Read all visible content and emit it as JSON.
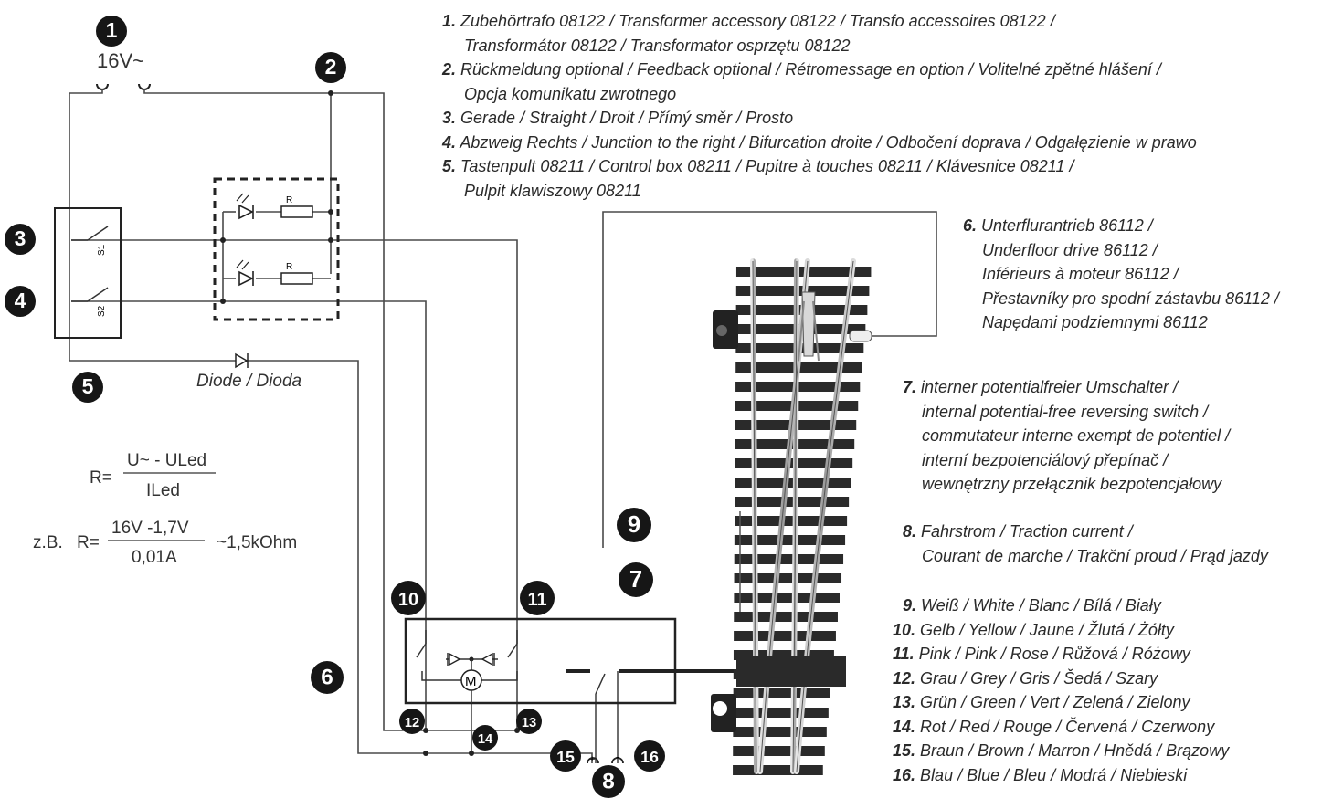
{
  "badges": [
    "1",
    "2",
    "3",
    "4",
    "5",
    "6",
    "7",
    "8",
    "9",
    "10",
    "11",
    "12",
    "13",
    "14",
    "15",
    "16"
  ],
  "voltage_label": "16V~",
  "diode_label": "Diode / Dioda",
  "switch_labels": {
    "s1": "S1",
    "s2": "S2"
  },
  "resistor_label": "R",
  "motor_label": "M",
  "polarity": {
    "plus": "+",
    "minus": "-"
  },
  "formula": {
    "r_eq": "R=",
    "numerator": "U~ - ULed",
    "denominator": "ILed",
    "example_prefix": "z.B.",
    "ex_numerator": "16V -1,7V",
    "ex_denominator": "0,01A",
    "ex_result": "~1,5kOhm"
  },
  "legend_top": [
    {
      "num": "1.",
      "lines": [
        "Zubehörtrafo 08122 / Transformer accessory 08122 / Transfo accessoires 08122 /",
        "Transformátor  08122 / Transformator osprzętu 08122"
      ]
    },
    {
      "num": "2.",
      "lines": [
        "Rückmeldung optional / Feedback optional / Rétromessage en option / Volitelné zpětné hlášení /",
        "Opcja komunikatu zwrotnego"
      ]
    },
    {
      "num": "3.",
      "lines": [
        "Gerade / Straight / Droit / Přímý směr / Prosto"
      ]
    },
    {
      "num": "4.",
      "lines": [
        "Abzweig Rechts / Junction to the right / Bifurcation droite / Odbočení doprava / Odgałęzienie w prawo"
      ]
    },
    {
      "num": "5.",
      "lines": [
        "Tastenpult 08211 / Control box 08211 / Pupitre à touches 08211 / Klávesnice 08211 /",
        "Pulpit klawiszowy 08211"
      ]
    }
  ],
  "legend_6": {
    "num": "6.",
    "lines": [
      "Unterflurantrieb 86112 /",
      "Underfloor drive 86112 /",
      "Inférieurs à moteur  86112 /",
      "Přestavníky pro spodní zástavbu 86112 /",
      "Napędami podziemnymi 86112"
    ]
  },
  "legend_7": {
    "num": "7.",
    "lines": [
      "interner potentialfreier Umschalter /",
      "internal potential-free reversing switch /",
      "commutateur interne exempt de potentiel /",
      "interní bezpotenciálový přepínač /",
      "wewnętrzny przełącznik bezpotencjałowy"
    ]
  },
  "legend_8": {
    "num": "8.",
    "lines": [
      "Fahrstrom / Traction current /",
      "Courant de marche / Trakční proud / Prąd jazdy"
    ]
  },
  "legend_colors": [
    {
      "num": "9.",
      "text": "Weiß / White / Blanc / Bílá / Biały"
    },
    {
      "num": "10.",
      "text": "Gelb / Yellow / Jaune / Žlutá / Żółty"
    },
    {
      "num": "11.",
      "text": "Pink / Pink / Rose / Růžová / Różowy"
    },
    {
      "num": "12.",
      "text": "Grau / Grey / Gris / Šedá / Szary"
    },
    {
      "num": "13.",
      "text": "Grün / Green / Vert / Zelená / Zielony"
    },
    {
      "num": "14.",
      "text": "Rot / Red / Rouge / Červená / Czerwony"
    },
    {
      "num": "15.",
      "text": "Braun / Brown / Marron / Hnědá / Brązowy"
    },
    {
      "num": "16.",
      "text": "Blau / Blue / Bleu / Modrá / Niebieski"
    }
  ],
  "colors": {
    "ink": "#1a1a1a",
    "wire": "#4a4a4a",
    "rail": "#9a9a9a",
    "sleeper": "#2a2a2a"
  }
}
